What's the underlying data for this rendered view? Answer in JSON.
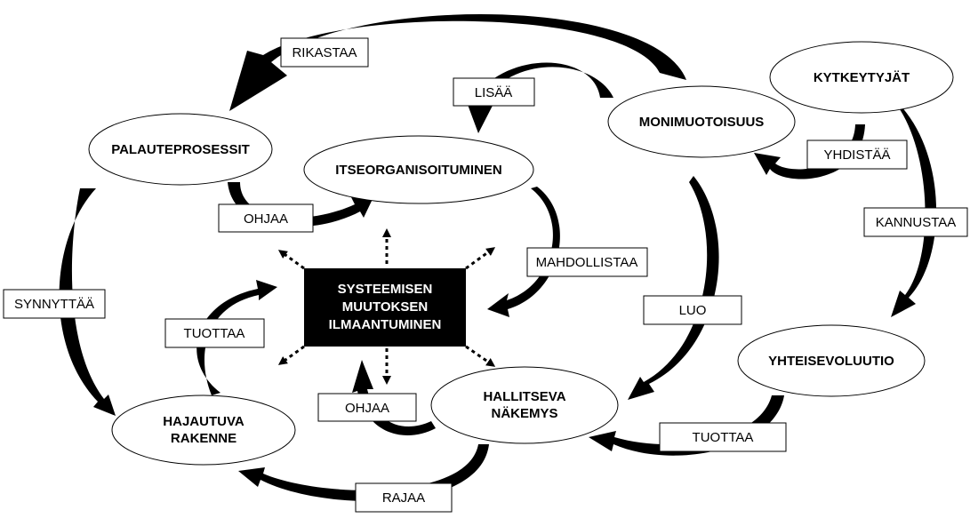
{
  "colors": {
    "ink": "#000000",
    "paper": "#ffffff"
  },
  "nodes": {
    "palauteprosessit": "PALAUTEPROSESSIT",
    "itseorganisoituminen": "ITSEORGANISOITUMINEN",
    "monimuotoisuus": "MONIMUOTOISUUS",
    "kytkeytyjat": "KYTKEYTYJÄT",
    "yhteisevoluutio": "YHTEISEVOLUUTIO",
    "hallitseva_line1": "HALLITSEVA",
    "hallitseva_line2": "NÄKEMYS",
    "hajautuva_line1": "HAJAUTUVA",
    "hajautuva_line2": "RAKENNE",
    "center_line1": "SYSTEEMISEN",
    "center_line2": "MUUTOKSEN",
    "center_line3": "ILMAANTUMINEN"
  },
  "labels": {
    "rikastaa": "RIKASTAA",
    "lisaa": "LISÄÄ",
    "yhdistaa": "YHDISTÄÄ",
    "kannustaa": "KANNUSTAA",
    "ohjaa_top": "OHJAA",
    "mahdollistaa": "MAHDOLLISTAA",
    "synnyttaa": "SYNNYTTÄÄ",
    "tuottaa_left": "TUOTTAA",
    "luo": "LUO",
    "ohjaa_bottom": "OHJAA",
    "tuottaa_right": "TUOTTAA",
    "rajaa": "RAJAA"
  }
}
